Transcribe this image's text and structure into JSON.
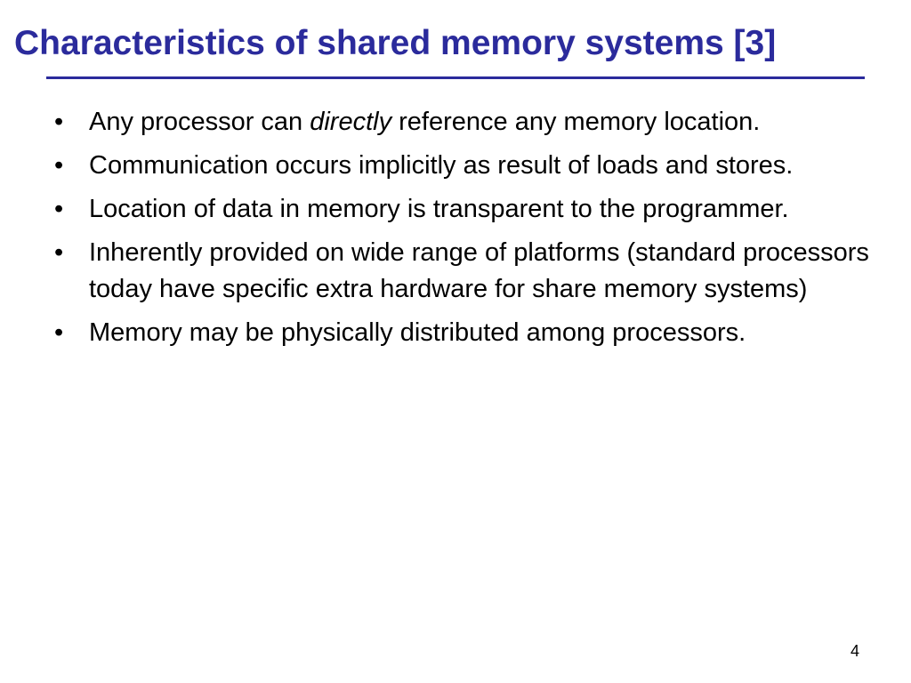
{
  "slide": {
    "title": "Characteristics of shared memory systems [3]",
    "bullet_symbol": "•",
    "bullets": [
      {
        "before": "Any processor can ",
        "emphasis": "directly",
        "after": " reference any memory location."
      },
      {
        "text": "Communication occurs implicitly as result of loads and stores."
      },
      {
        "text": "Location of data in memory is transparent to the programmer."
      },
      {
        "text": "Inherently provided on wide range of platforms (standard processors today have specific extra hardware for share memory systems)"
      },
      {
        "text": "Memory may be physically distributed among processors."
      }
    ],
    "page_number": "4"
  },
  "colors": {
    "title": "#2b2b9c",
    "text": "#000000",
    "background": "#ffffff"
  }
}
